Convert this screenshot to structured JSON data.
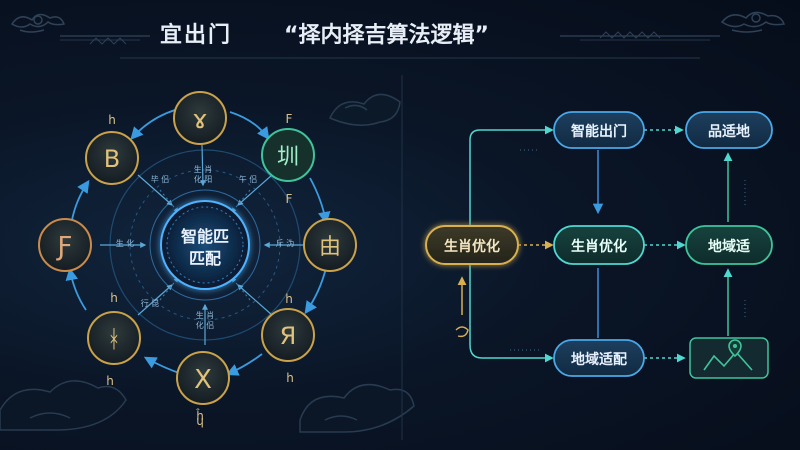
{
  "header": {
    "left_title": "宜出门",
    "main_title": "“择内择吉算法逻辑”"
  },
  "left_diagram": {
    "center_label_line1": "智能匹",
    "center_label_line2": "匹配",
    "outer_nodes": [
      {
        "id": "top",
        "glyph": "ɤ"
      },
      {
        "id": "upper-right",
        "glyph": "圳"
      },
      {
        "id": "right",
        "glyph": "由"
      },
      {
        "id": "lower-right",
        "glyph": "Я"
      },
      {
        "id": "bottom",
        "glyph": "X"
      },
      {
        "id": "lower-left",
        "glyph": "ᚼ"
      },
      {
        "id": "left",
        "glyph": "Ƒ"
      },
      {
        "id": "upper-left",
        "glyph": "B"
      }
    ],
    "outer_marks": [
      {
        "id": "m1",
        "text": "h"
      },
      {
        "id": "m2",
        "text": "F"
      },
      {
        "id": "m3",
        "text": "F"
      },
      {
        "id": "m4",
        "text": "h"
      },
      {
        "id": "m5",
        "text": "h"
      },
      {
        "id": "m6",
        "text": "h"
      },
      {
        "id": "m7",
        "text": "h"
      },
      {
        "id": "m8",
        "text": "ɥ"
      },
      {
        "id": "m9",
        "text": "ĥ"
      }
    ],
    "inner_marks": [
      {
        "id": "i1",
        "text": "生 肖"
      },
      {
        "id": "i2",
        "text": "化 阳"
      },
      {
        "id": "i3",
        "text": "毕 侣"
      },
      {
        "id": "i4",
        "text": "午 侣"
      },
      {
        "id": "i5",
        "text": "生 化"
      },
      {
        "id": "i6",
        "text": "斥 沩"
      },
      {
        "id": "i7",
        "text": "生 肖"
      },
      {
        "id": "i8",
        "text": "化 侣"
      },
      {
        "id": "i9",
        "text": "行 昆"
      }
    ]
  },
  "flow": {
    "nodes": [
      {
        "id": "smart-out",
        "label": "智能出门"
      },
      {
        "id": "pin-place",
        "label": "品适地"
      },
      {
        "id": "zodiac-left",
        "label": "生肖优化"
      },
      {
        "id": "zodiac-mid",
        "label": "生肖优化"
      },
      {
        "id": "region-right",
        "label": "地域适"
      },
      {
        "id": "region-bottom",
        "label": "地域适配"
      }
    ]
  },
  "colors": {
    "cyan": "#4fd8d0",
    "blue": "#3a8fd8",
    "gold": "#d8b050",
    "green": "#3fc49a",
    "node_fill": "#1a2a34",
    "center_fill": "#0f2d4a"
  }
}
